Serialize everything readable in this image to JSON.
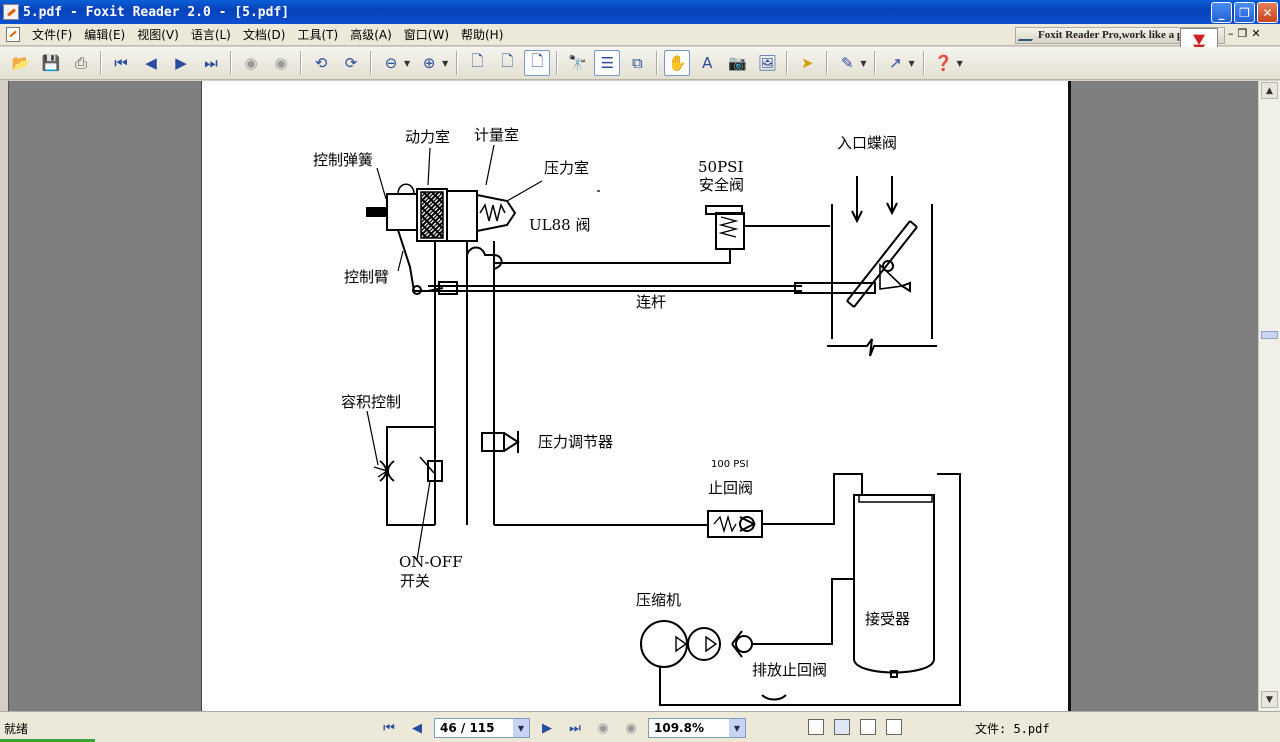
{
  "window": {
    "title": "5.pdf - Foxit Reader 2.0 - [5.pdf]"
  },
  "menu": [
    {
      "label": "文件(F)"
    },
    {
      "label": "编辑(E)"
    },
    {
      "label": "视图(V)"
    },
    {
      "label": "语言(L)"
    },
    {
      "label": "文档(D)"
    },
    {
      "label": "工具(T)"
    },
    {
      "label": "高级(A)"
    },
    {
      "label": "窗口(W)"
    },
    {
      "label": "帮助(H)"
    }
  ],
  "ad": {
    "text": "Foxit Reader Pro,work like a p"
  },
  "diagram": {
    "labels": {
      "power_chamber": "动力室",
      "metering_chamber": "计量室",
      "control_spring": "控制弹簧",
      "pressure_chamber": "压力室",
      "ul88_valve": "UL88 阀",
      "psi50": "50PSI",
      "safety_valve": "安全阀",
      "inlet_butterfly": "入口蝶阀",
      "control_arm": "控制臂",
      "linkage": "连杆",
      "volume_control": "容积控制",
      "pressure_regulator": "压力调节器",
      "psi100": "100 PSI",
      "check_valve": "止回阀",
      "on_off": "ON-OFF",
      "switch": "开关",
      "compressor": "压缩机",
      "receiver": "接受器",
      "discharge_check_valve": "排放止回阀"
    }
  },
  "status": {
    "ready": "就绪",
    "page": "46 / 115",
    "zoom": "109.8%",
    "file": "文件: 5.pdf"
  }
}
